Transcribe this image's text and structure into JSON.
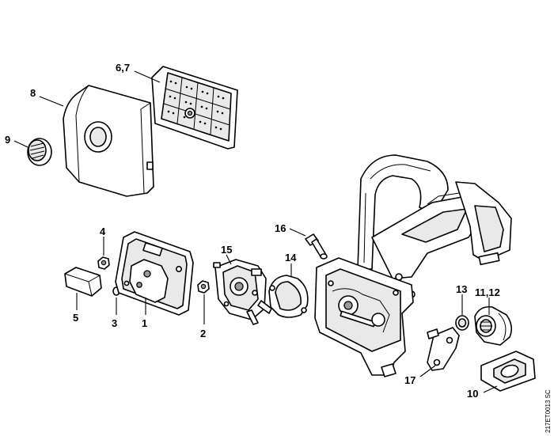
{
  "callouts": {
    "c1": "1",
    "c2": "2",
    "c3": "3",
    "c4": "4",
    "c5": "5",
    "c67": "6,7",
    "c8": "8",
    "c9": "9",
    "c10": "10",
    "c1112": "11,12",
    "c13": "13",
    "c14": "14",
    "c15": "15",
    "c16": "16",
    "c17": "17"
  },
  "document_ref": "217ET0013 SC"
}
